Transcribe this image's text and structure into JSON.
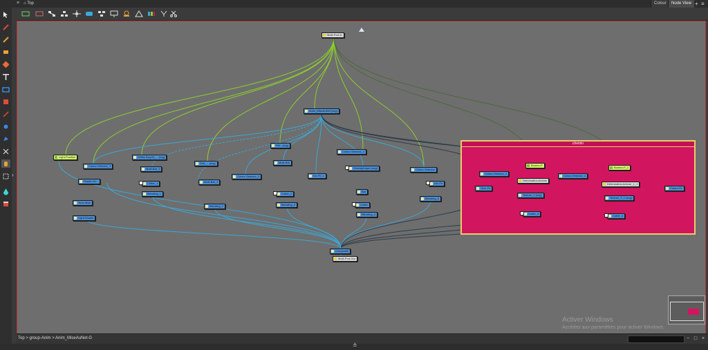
{
  "window": {
    "crumb": "Top",
    "menu_icon": "hamburger-icon"
  },
  "tabs": [
    {
      "label": "Colour",
      "active": false
    },
    {
      "label": "Node View",
      "active": true
    }
  ],
  "tab_controls": {
    "add": "+",
    "more": "≡"
  },
  "toolbar": {
    "icons": [
      "rect-backdrop-icon",
      "group-icon",
      "layout-a-icon",
      "layout-b-icon",
      "network-icon",
      "display-icon",
      "hierarchy-icon",
      "camera-icon",
      "peg-icon",
      "cutter-icon",
      "scissors-icon"
    ]
  },
  "left_tools": [
    "select-arrow-icon",
    "contour-editor-icon",
    "brush-icon",
    "pencil-icon",
    "paint-icon",
    "eraser-icon",
    "text-icon",
    "rectangle-icon",
    "ink-icon",
    "pen-icon",
    "stamp-icon",
    "cutter-icon",
    "transform-icon",
    "camera-icon",
    "drop-icon",
    "paint-bucket-icon"
  ],
  "splitter": {
    "arrow": "›"
  },
  "nodes": [
    {
      "id": "mpi",
      "label": "Multi-Port-In",
      "type": "out"
    },
    {
      "id": "anim",
      "label": "Anim_MiseAuNet (svg)",
      "type": "n"
    },
    {
      "id": "light",
      "label": "Light-Position",
      "type": "peg"
    },
    {
      "id": "cs1",
      "label": "Colour-Selector_1",
      "type": "n"
    },
    {
      "id": "shade",
      "label": "Shade-Sh...",
      "type": "n"
    },
    {
      "id": "tt",
      "label": "Tone-Map",
      "type": "n"
    },
    {
      "id": "ls",
      "label": "Light-Shadin",
      "type": "n"
    },
    {
      "id": "smg",
      "label": "ShMa-Seq-Bi_... (svg)",
      "type": "n"
    },
    {
      "id": "mb",
      "label": "Multi-Bar_1",
      "type": "n"
    },
    {
      "id": "cut1",
      "label": "Cutter_1",
      "type": "n"
    },
    {
      "id": "blend1",
      "label": "Blending_1",
      "type": "n"
    },
    {
      "id": "shd",
      "label": "Shd_... (svg)",
      "type": "n"
    },
    {
      "id": "mbar3",
      "label": "Multi-Bar_3",
      "type": "n"
    },
    {
      "id": "blend2",
      "label": "Blending_2",
      "type": "n"
    },
    {
      "id": "ref",
      "label": "Ref...(svg)",
      "type": "n"
    },
    {
      "id": "cs3",
      "label": "Colour-Selector_3",
      "type": "n"
    },
    {
      "id": "mbar",
      "label": "Multi-Bar",
      "type": "n"
    },
    {
      "id": "cut2",
      "label": "Cutter_2",
      "type": "n"
    },
    {
      "id": "blend3",
      "label": "Blending_3",
      "type": "n"
    },
    {
      "id": "cs2",
      "label": "Colour-Selector_2",
      "type": "n"
    },
    {
      "id": "gn1",
      "label": "Gn-Flt_1",
      "type": "n"
    },
    {
      "id": "ovl",
      "label": "Overlay/Layer (svg)",
      "type": "n"
    },
    {
      "id": "bar",
      "label": "Bar",
      "type": "n"
    },
    {
      "id": "cutter",
      "label": "Cutter",
      "type": "n"
    },
    {
      "id": "blend4",
      "label": "Blending_4",
      "type": "n"
    },
    {
      "id": "csel",
      "label": "Colour-Selector",
      "type": "n"
    },
    {
      "id": "gfx",
      "label": "Gfx-Flt",
      "type": "n"
    },
    {
      "id": "blend5",
      "label": "Blending_5",
      "type": "n"
    },
    {
      "id": "comp",
      "label": "Composite",
      "type": "n"
    },
    {
      "id": "mpo",
      "label": "Multi-Port-Out",
      "type": "out"
    },
    {
      "id": "g_csel2",
      "label": "Colour-Selector_2",
      "type": "n"
    },
    {
      "id": "g_glf",
      "label": "Glue-Flt",
      "type": "n"
    },
    {
      "id": "g_peg",
      "label": "Bouton-P",
      "type": "peg"
    },
    {
      "id": "g_def",
      "label": "Deformation-texture",
      "type": "out"
    },
    {
      "id": "g_tex",
      "label": "Texture_1 (svg)",
      "type": "n"
    },
    {
      "id": "g_cut",
      "label": "Cutter_3",
      "type": "n"
    },
    {
      "id": "g_cs4",
      "label": "Colour-Selector_4",
      "type": "n"
    },
    {
      "id": "g_peg2",
      "label": "Bouton-P_1",
      "type": "peg"
    },
    {
      "id": "g_def2",
      "label": "Deformation-texture_1_1",
      "type": "out"
    },
    {
      "id": "g_tex2",
      "label": "Texture_2_1 (svg)",
      "type": "n"
    },
    {
      "id": "g_cut2",
      "label": "Cutter_4",
      "type": "n"
    },
    {
      "id": "g_col",
      "label": "Colour-Flt",
      "type": "n"
    }
  ],
  "group": {
    "title": "chemin"
  },
  "breadcrumb": {
    "text": "Top  >  group-Anim  >  Anim_MiseAuNet-G"
  },
  "bottom": {
    "zoom_out": "−",
    "zoom_fit": "□",
    "close": "×"
  },
  "footer": {
    "handle": "≙"
  },
  "watermark": {
    "line1": "Activer Windows",
    "line2": "Accédez aux paramètres pour activer Windows."
  },
  "colors": {
    "green_wire": "#8ccf2c",
    "blue_wire": "#3aa8d8",
    "dark_wire": "#2d3b4a",
    "group": "#d2155f",
    "node": "#4f8fd3"
  }
}
